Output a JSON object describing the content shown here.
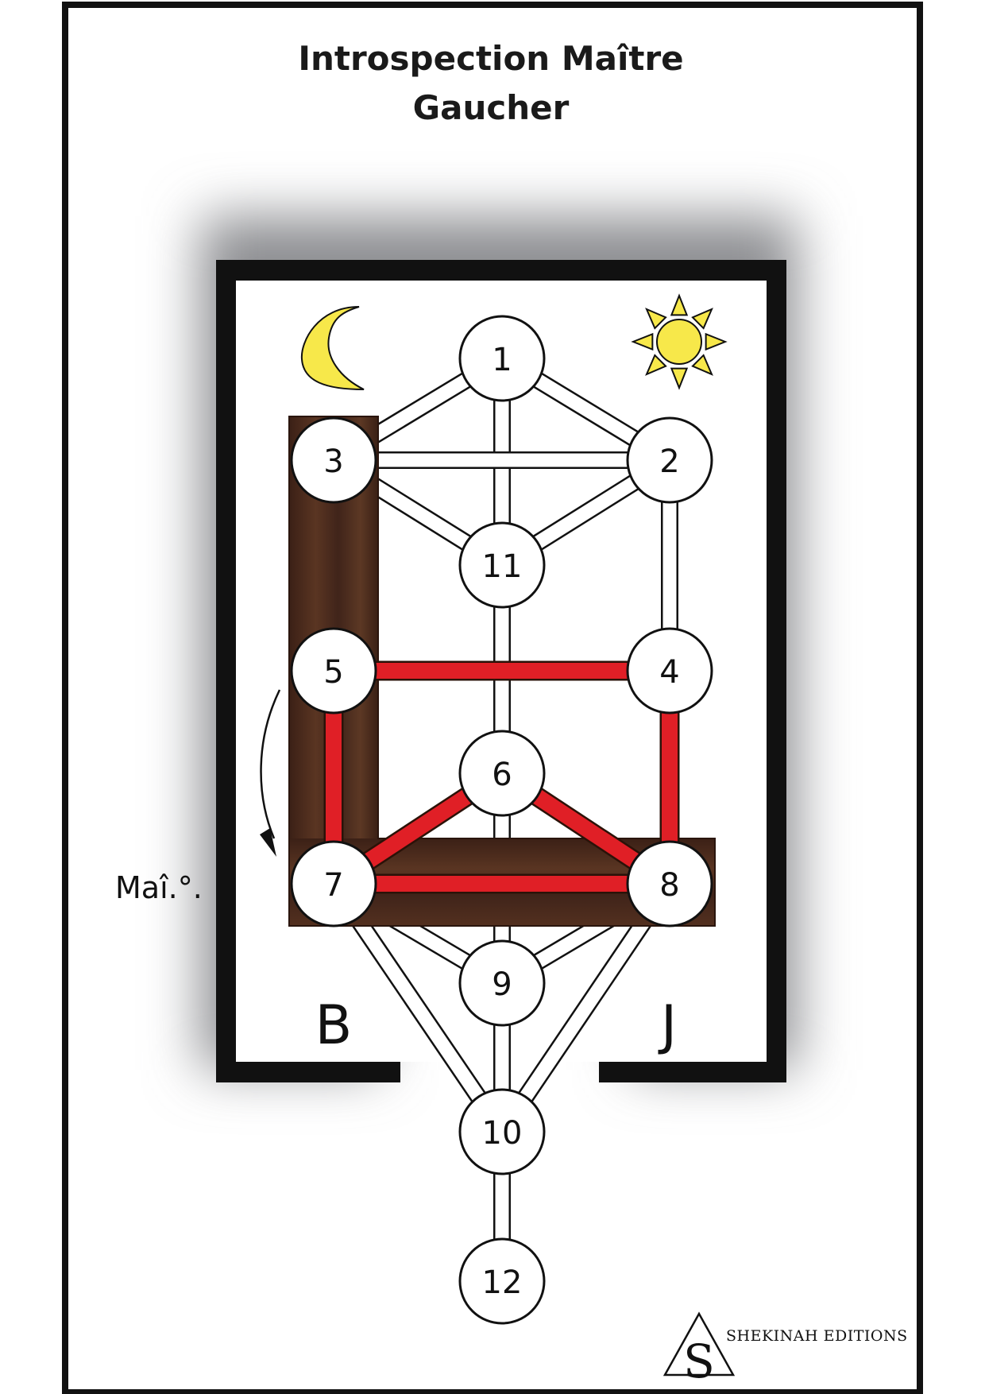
{
  "title": {
    "line1": "Introspection Maître",
    "line2": "Gaucher"
  },
  "nodes": [
    {
      "id": "1",
      "label": "1"
    },
    {
      "id": "2",
      "label": "2"
    },
    {
      "id": "3",
      "label": "3"
    },
    {
      "id": "4",
      "label": "4"
    },
    {
      "id": "5",
      "label": "5"
    },
    {
      "id": "6",
      "label": "6"
    },
    {
      "id": "7",
      "label": "7"
    },
    {
      "id": "8",
      "label": "8"
    },
    {
      "id": "9",
      "label": "9"
    },
    {
      "id": "10",
      "label": "10"
    },
    {
      "id": "11",
      "label": "11"
    },
    {
      "id": "12",
      "label": "12"
    }
  ],
  "pillars": {
    "left": "B",
    "right": "J"
  },
  "degree_label": "Maî.°.",
  "highlighted_paths": [
    [
      "5",
      "4"
    ],
    [
      "5",
      "7"
    ],
    [
      "4",
      "8"
    ],
    [
      "7",
      "8"
    ],
    [
      "7",
      "6"
    ],
    [
      "6",
      "8"
    ]
  ],
  "plain_paths": [
    [
      "1",
      "3"
    ],
    [
      "1",
      "2"
    ],
    [
      "1",
      "11"
    ],
    [
      "3",
      "2"
    ],
    [
      "3",
      "5"
    ],
    [
      "2",
      "4"
    ],
    [
      "2",
      "11"
    ],
    [
      "11",
      "9"
    ],
    [
      "3",
      "11"
    ],
    [
      "7",
      "9"
    ],
    [
      "8",
      "9"
    ],
    [
      "9",
      "10"
    ],
    [
      "7",
      "10"
    ],
    [
      "8",
      "10"
    ],
    [
      "10",
      "12"
    ]
  ],
  "icons": {
    "moon": "crescent-moon-icon",
    "sun": "sun-icon",
    "arrow": "curved-arrow-icon",
    "logo": "shekinah-logo"
  },
  "brand": {
    "name": "SHEKINAH EDITIONS",
    "mark": "S"
  },
  "colors": {
    "highlight": "#e01f26",
    "wood": "#4a2a1c",
    "moon": "#f7e84a",
    "sun": "#f7e84a",
    "frame": "#111111",
    "shadow": "#8d8e92"
  }
}
